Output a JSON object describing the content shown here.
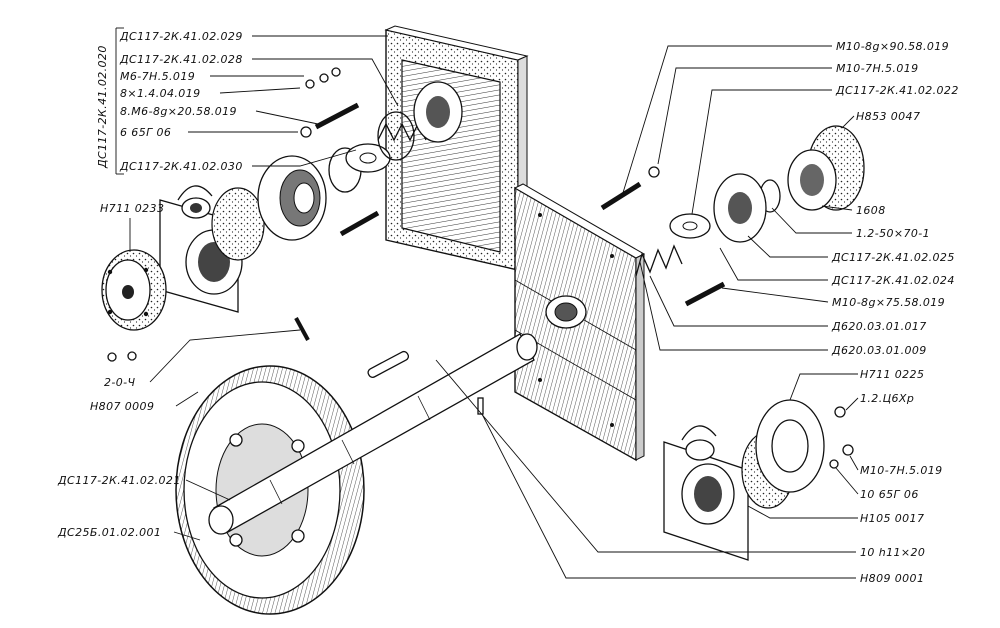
{
  "labels": {
    "group": "ДС117-2К.41.02.020",
    "l01": "ДС117-2К.41.02.029",
    "l02": "ДС117-2К.41.02.028",
    "l03": "М6-7Н.5.019",
    "l04": "8×1.4.04.019",
    "l05": "8.М6-8g×20.58.019",
    "l06": "6 65Г 06",
    "l07": "ДС117-2К.41.02.030",
    "l08": "Н711 0233",
    "l09": "2-0-Ч",
    "l10": "Н807 0009",
    "l11": "ДС117-2К.41.02.021",
    "l12": "ДС25Б.01.02.001",
    "r01": "М10-8g×90.58.019",
    "r02": "М10-7Н.5.019",
    "r03": "ДС117-2К.41.02.022",
    "r04": "Н853 0047",
    "r05": "1608",
    "r06": "1.2-50×70-1",
    "r07": "ДС117-2К.41.02.025",
    "r08": "ДС117-2К.41.02.024",
    "r09": "М10-8g×75.58.019",
    "r10": "Д620.03.01.017",
    "r11": "Д620.03.01.009",
    "r12": "Н711 0225",
    "r13": "1.2.Ц6Хр",
    "r14": "М10-7Н.5.019",
    "r15": "10 65Г 06",
    "r16": "Н105 0017",
    "r17": "10 h11×20",
    "r18": "Н809 0001"
  }
}
